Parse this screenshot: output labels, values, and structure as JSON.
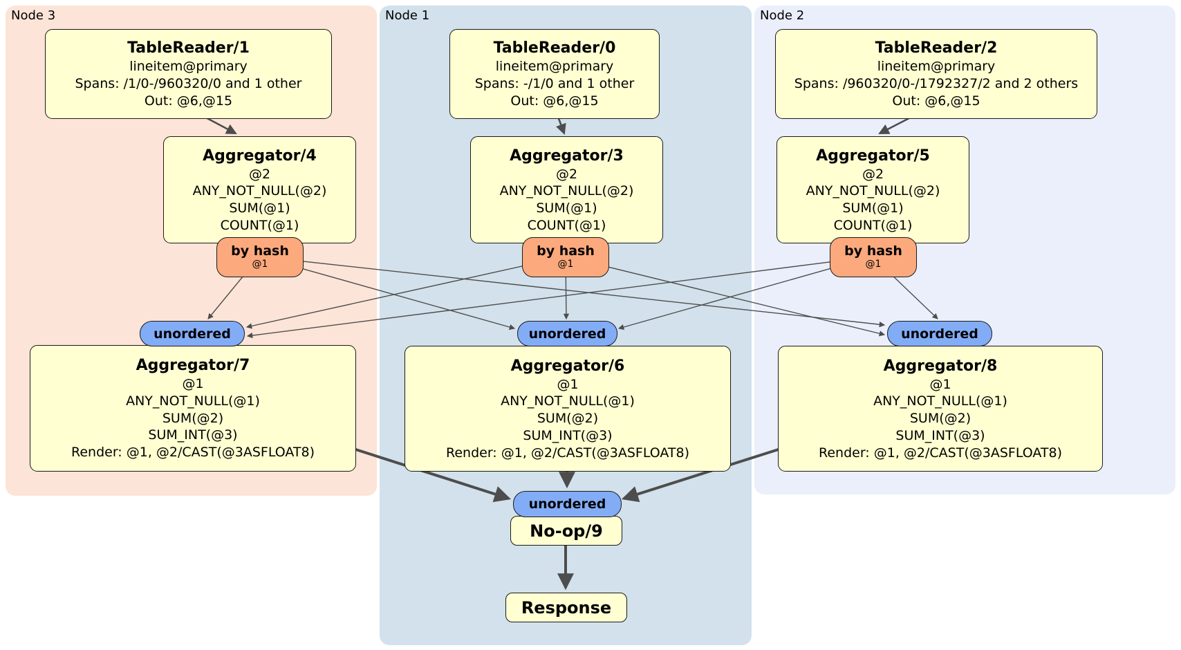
{
  "regions": {
    "node3": {
      "label": "Node 3"
    },
    "node1": {
      "label": "Node 1"
    },
    "node2": {
      "label": "Node 2"
    }
  },
  "processors": {
    "tr1": {
      "title": "TableReader/1",
      "lines": [
        "lineitem@primary",
        "Spans: /1/0-/960320/0 and 1 other",
        "Out: @6,@15"
      ]
    },
    "tr0": {
      "title": "TableReader/0",
      "lines": [
        "lineitem@primary",
        "Spans: -/1/0 and 1 other",
        "Out: @6,@15"
      ]
    },
    "tr2": {
      "title": "TableReader/2",
      "lines": [
        "lineitem@primary",
        "Spans: /960320/0-/1792327/2 and 2 others",
        "Out: @6,@15"
      ]
    },
    "agg4": {
      "title": "Aggregator/4",
      "lines": [
        "@2",
        "ANY_NOT_NULL(@2)",
        "SUM(@1)",
        "COUNT(@1)"
      ]
    },
    "agg3": {
      "title": "Aggregator/3",
      "lines": [
        "@2",
        "ANY_NOT_NULL(@2)",
        "SUM(@1)",
        "COUNT(@1)"
      ]
    },
    "agg5": {
      "title": "Aggregator/5",
      "lines": [
        "@2",
        "ANY_NOT_NULL(@2)",
        "SUM(@1)",
        "COUNT(@1)"
      ]
    },
    "agg7": {
      "title": "Aggregator/7",
      "lines": [
        "@1",
        "ANY_NOT_NULL(@1)",
        "SUM(@2)",
        "SUM_INT(@3)",
        "Render: @1, @2/CAST(@3ASFLOAT8)"
      ]
    },
    "agg6": {
      "title": "Aggregator/6",
      "lines": [
        "@1",
        "ANY_NOT_NULL(@1)",
        "SUM(@2)",
        "SUM_INT(@3)",
        "Render: @1, @2/CAST(@3ASFLOAT8)"
      ]
    },
    "agg8": {
      "title": "Aggregator/8",
      "lines": [
        "@1",
        "ANY_NOT_NULL(@1)",
        "SUM(@2)",
        "SUM_INT(@3)",
        "Render: @1, @2/CAST(@3ASFLOAT8)"
      ]
    },
    "noop": {
      "title": "No-op/9"
    },
    "response": {
      "title": "Response"
    }
  },
  "routers": {
    "r4": {
      "label": "by hash",
      "detail": "@1"
    },
    "r3": {
      "label": "by hash",
      "detail": "@1"
    },
    "r5": {
      "label": "by hash",
      "detail": "@1"
    }
  },
  "synchronizers": {
    "left": {
      "label": "unordered"
    },
    "middle": {
      "label": "unordered"
    },
    "right": {
      "label": "unordered"
    },
    "final": {
      "label": "unordered"
    }
  },
  "colors": {
    "node3_bg": "#fde4d8",
    "node1_bg": "#d2e1eb",
    "node2_bg": "#eaeffb",
    "processor_bg": "#ffffd2",
    "router_bg": "#fba97d",
    "synchronizer_bg": "#82acf5",
    "edge": "#4d4d4d"
  }
}
